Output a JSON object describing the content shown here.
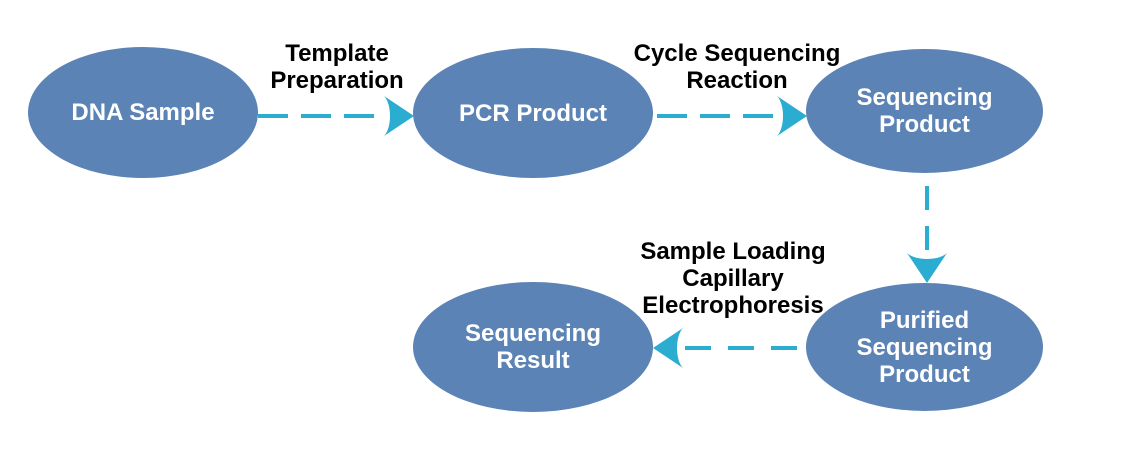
{
  "diagram": {
    "colors": {
      "background": "#ffffff",
      "node_fill": "#5b83b6",
      "node_text": "#ffffff",
      "arrow": "#2bacd1",
      "label_text": "#000000"
    },
    "nodes": [
      {
        "id": "dna-sample",
        "label": "DNA Sample"
      },
      {
        "id": "pcr-product",
        "label": "PCR Product"
      },
      {
        "id": "sequencing-product",
        "label": "Sequencing\nProduct"
      },
      {
        "id": "purified-sequencing-product",
        "label": "Purified\nSequencing\nProduct"
      },
      {
        "id": "sequencing-result",
        "label": "Sequencing\nResult"
      }
    ],
    "edges": [
      {
        "from": "dna-sample",
        "to": "pcr-product",
        "label": "Template\nPreparation",
        "direction": "right"
      },
      {
        "from": "pcr-product",
        "to": "sequencing-product",
        "label": "Cycle Sequencing\nReaction",
        "direction": "right"
      },
      {
        "from": "sequencing-product",
        "to": "purified-sequencing-product",
        "label": "",
        "direction": "down"
      },
      {
        "from": "purified-sequencing-product",
        "to": "sequencing-result",
        "label": "Sample Loading\nCapillary\nElectrophoresis",
        "direction": "left"
      }
    ]
  }
}
